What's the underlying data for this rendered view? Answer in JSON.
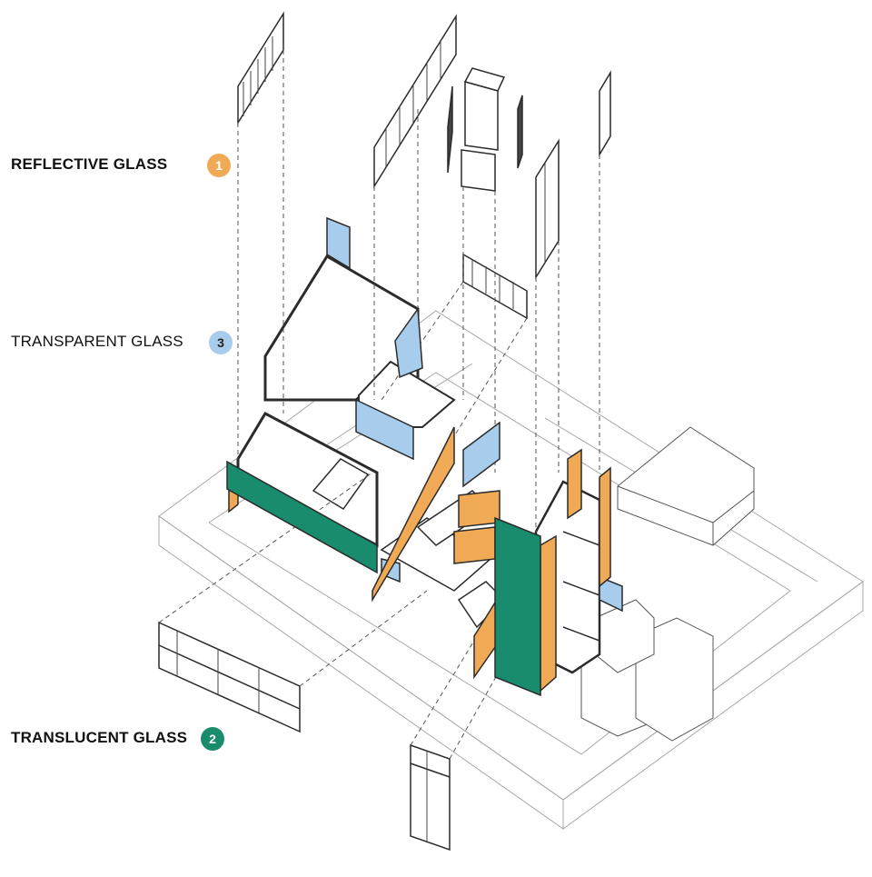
{
  "legend": [
    {
      "key": "reflective",
      "label": "REFLECTIVE GLASS",
      "number": "1",
      "color": "#f0aa55",
      "bold": true
    },
    {
      "key": "transparent",
      "label": "TRANSPARENT GLASS",
      "number": "3",
      "color": "#a8cdec",
      "bold": false
    },
    {
      "key": "translucent",
      "label": "TRANSLUCENT GLASS",
      "number": "2",
      "color": "#1a8c6e",
      "bold": true
    }
  ],
  "colors": {
    "line": "#2b2b2b",
    "light_line": "#a8a8a8",
    "dash": "#555555",
    "reflective": "#f0aa55",
    "transparent": "#a8cdec",
    "translucent": "#1a8c6e"
  }
}
